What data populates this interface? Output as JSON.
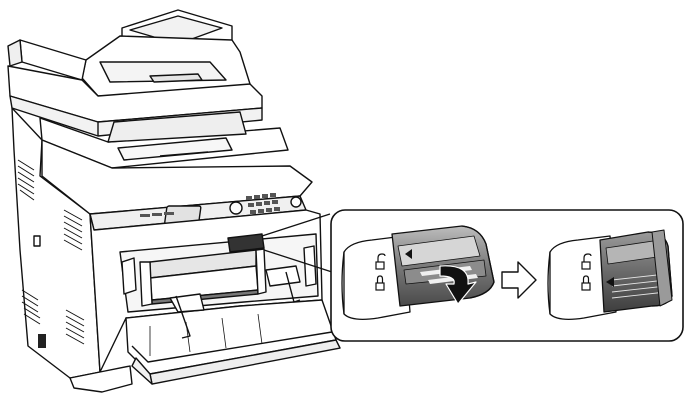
{
  "figure": {
    "subject": "printer-with-cartridge-lock-inset",
    "steps": [
      {
        "icon": "unlock-icon",
        "state": "before"
      },
      {
        "icon": "arrow-right-icon",
        "state": "transition"
      },
      {
        "icon": "lock-icon",
        "state": "after"
      }
    ],
    "colors": {
      "stroke": "#111111",
      "body_fill": "#ffffff",
      "shade_light": "#d9d9d9",
      "shade_mid": "#a8a8a8",
      "shade_dark": "#5a5a5a"
    }
  }
}
